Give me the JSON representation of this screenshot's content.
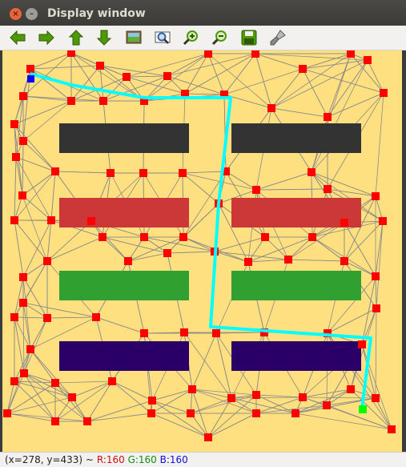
{
  "window": {
    "title": "Display window",
    "close_glyph": "×",
    "minimize_glyph": "–"
  },
  "toolbar": {
    "tools": [
      {
        "name": "pan-left-icon",
        "color": "#4e9a06"
      },
      {
        "name": "pan-right-icon",
        "color": "#4e9a06"
      },
      {
        "name": "pan-up-icon",
        "color": "#4e9a06"
      },
      {
        "name": "pan-down-icon",
        "color": "#4e9a06"
      },
      {
        "name": "zoom-original-icon",
        "color": "#4e9a06"
      },
      {
        "name": "zoom-fit-icon",
        "color": "#3465a4"
      },
      {
        "name": "zoom-in-icon",
        "color": "#4e9a06"
      },
      {
        "name": "zoom-out-icon",
        "color": "#4e9a06"
      },
      {
        "name": "save-icon",
        "color": "#4e9a06"
      },
      {
        "name": "properties-brush-icon",
        "color": "#888a85"
      }
    ]
  },
  "canvas": {
    "background": "#ffe080",
    "obstacles": [
      {
        "color": "#333333"
      },
      {
        "color": "#333333"
      },
      {
        "color": "#cc3838"
      },
      {
        "color": "#cc3838"
      },
      {
        "color": "#30a030"
      },
      {
        "color": "#30a030"
      },
      {
        "color": "#2a0068"
      },
      {
        "color": "#2a0068"
      }
    ],
    "node_color": "#ff0000",
    "edge_color": "#8a8a8a",
    "path_color": "#00ffff",
    "start_color": "#0000ff",
    "goal_color": "#00ff00"
  },
  "status": {
    "coords": "(x=278, y=433) ~",
    "r": "R:160",
    "g": "G:160",
    "b": "B:160"
  }
}
